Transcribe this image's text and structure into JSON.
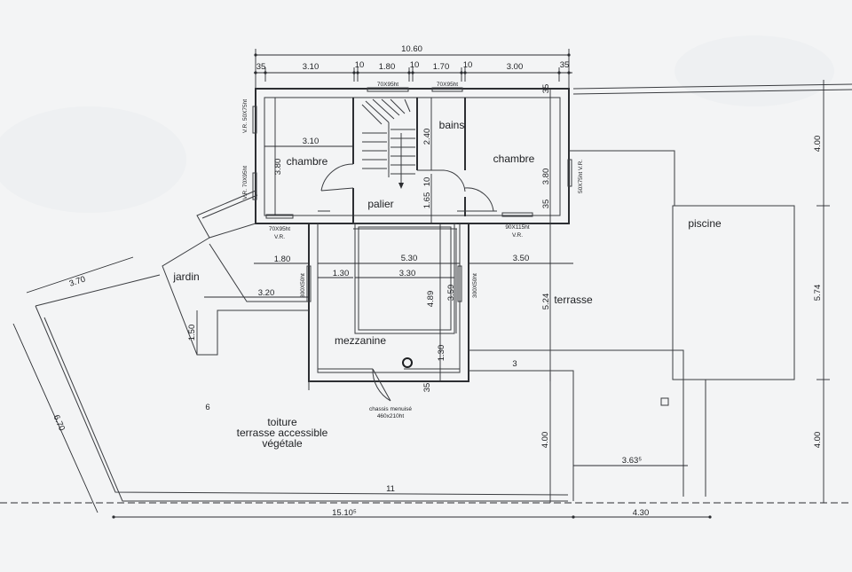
{
  "rooms": {
    "chambre_left": "chambre",
    "chambre_right": "chambre",
    "bains": "bains",
    "palier": "palier",
    "piscine": "piscine",
    "jardin": "jardin",
    "terrasse": "terrasse",
    "mezzanine": "mezzanine",
    "toiture_1": "toiture",
    "toiture_2": "terrasse accessible",
    "toiture_3": "végétale"
  },
  "window_labels": {
    "top_left": "70X95ht",
    "top_right": "70X95ht",
    "left_upper": "V.R. 50X75ht",
    "left_lower": "V.R. 70X95ht",
    "bottom_left_1": "70X95ht",
    "bottom_left_2": "V.R.",
    "bottom_right_1": "90X115ht",
    "bottom_right_2": "V.R.",
    "right_side": "50X75ht V.R.",
    "mezz_left": "300X50ht",
    "mezz_right": "300X50ht",
    "chassis_1": "chassis menuisé",
    "chassis_2": "460x210ht"
  },
  "dimensions": {
    "overall_top": "10.60",
    "t_35_left": "35",
    "t_310": "3.10",
    "t_10a": "10",
    "t_180": "1.80",
    "t_10b": "10",
    "t_170": "1.70",
    "t_10c": "10",
    "t_300": "3.00",
    "t_35_right": "35",
    "r_35_top": "35",
    "chambre_w": "3.10",
    "chambre_h_left": "3.80",
    "bains_h": "2.40",
    "bains_10": "10",
    "palier_h": "1.65",
    "chambre_h_right": "3.80",
    "r_35_mid": "35",
    "d_180": "1.80",
    "d_530": "5.30",
    "d_350": "3.50",
    "d_130": "1.30",
    "d_330": "3.30",
    "d_320": "3.20",
    "d_370": "3.70",
    "d_150": "1.50",
    "d_489": "4.89",
    "d_359": "3.59",
    "d_130v": "1.30",
    "d_35_bottom": "35",
    "d_524": "5.24",
    "d_400_right_top": "4.00",
    "d_574": "5.74",
    "d_400_right_bot": "4.00",
    "d_400_mid": "4.00",
    "d_3635": "3.63⁵",
    "d_670": "6.70",
    "d_15105": "15.10⁵",
    "d_430": "4.30",
    "note_3": "3",
    "note_11": "11",
    "note_6": "6"
  }
}
